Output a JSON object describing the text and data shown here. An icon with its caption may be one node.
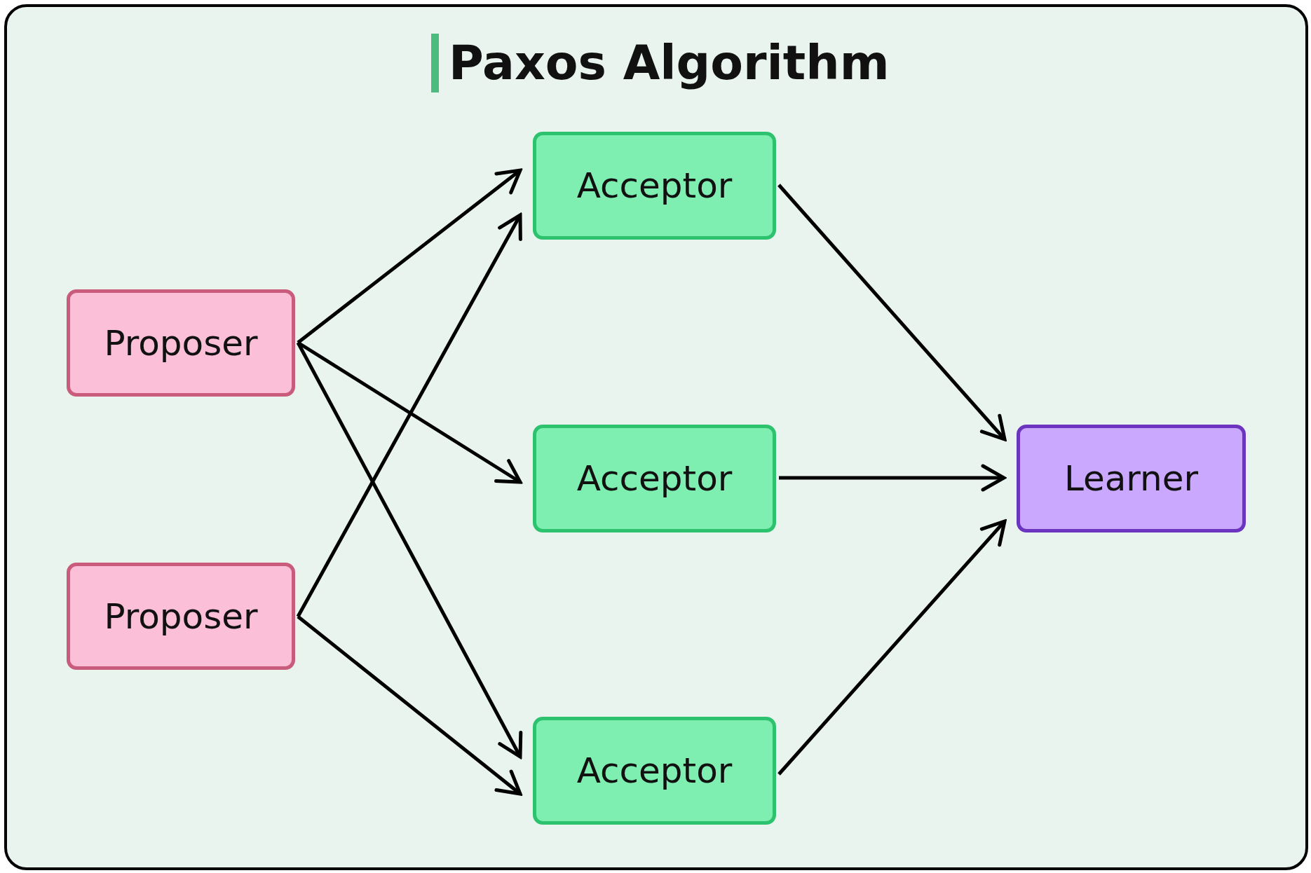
{
  "diagram": {
    "title": "Paxos Algorithm",
    "nodes": [
      {
        "text": [
          "Proposer"
        ]
      },
      {
        "text": [
          "Proposer"
        ]
      },
      {
        "text": [
          "Acceptor"
        ]
      },
      {
        "text": [
          "Acceptor"
        ]
      },
      {
        "text": [
          "Acceptor"
        ]
      },
      {
        "text": [
          "Learner"
        ]
      }
    ],
    "edges": [
      {
        "from": 0,
        "to": 2,
        "arrow": "to"
      },
      {
        "from": 0,
        "to": 3,
        "arrow": "to"
      },
      {
        "from": 0,
        "to": 4,
        "arrow": "to"
      },
      {
        "from": 1,
        "to": 2,
        "arrow": "to"
      },
      {
        "from": 1,
        "to": 4,
        "arrow": "to"
      },
      {
        "from": 2,
        "to": 5,
        "arrow": "to"
      },
      {
        "from": 3,
        "to": 5,
        "arrow": "to"
      },
      {
        "from": 4,
        "to": 5,
        "arrow": "to"
      }
    ]
  }
}
